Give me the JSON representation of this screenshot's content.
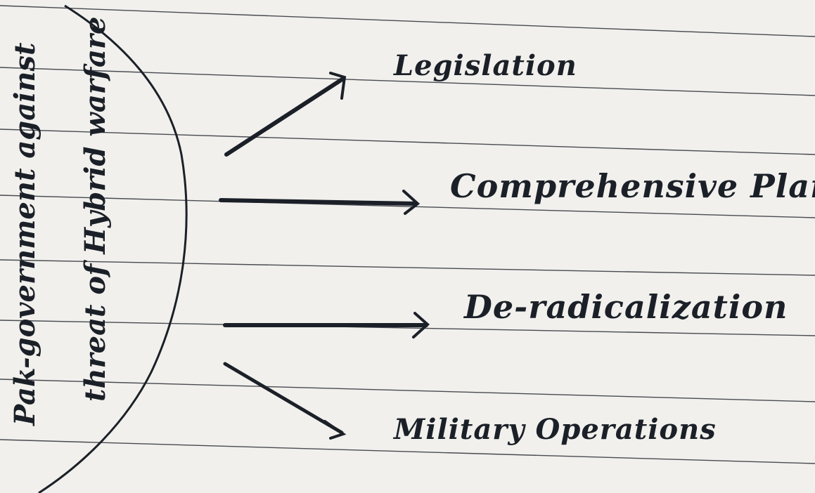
{
  "note": {
    "central_topic": {
      "line1": "Pak-government against",
      "line2": "threat of Hybrid warfare"
    },
    "branches": [
      {
        "label": "Legislation"
      },
      {
        "label": "Comprehensive Plan"
      },
      {
        "label": "De-radicalization"
      },
      {
        "label": "Military Operations"
      }
    ]
  },
  "colors": {
    "paper": "#f1f0ec",
    "rule_line": "#2a2e36",
    "ink": "#1b2028"
  }
}
